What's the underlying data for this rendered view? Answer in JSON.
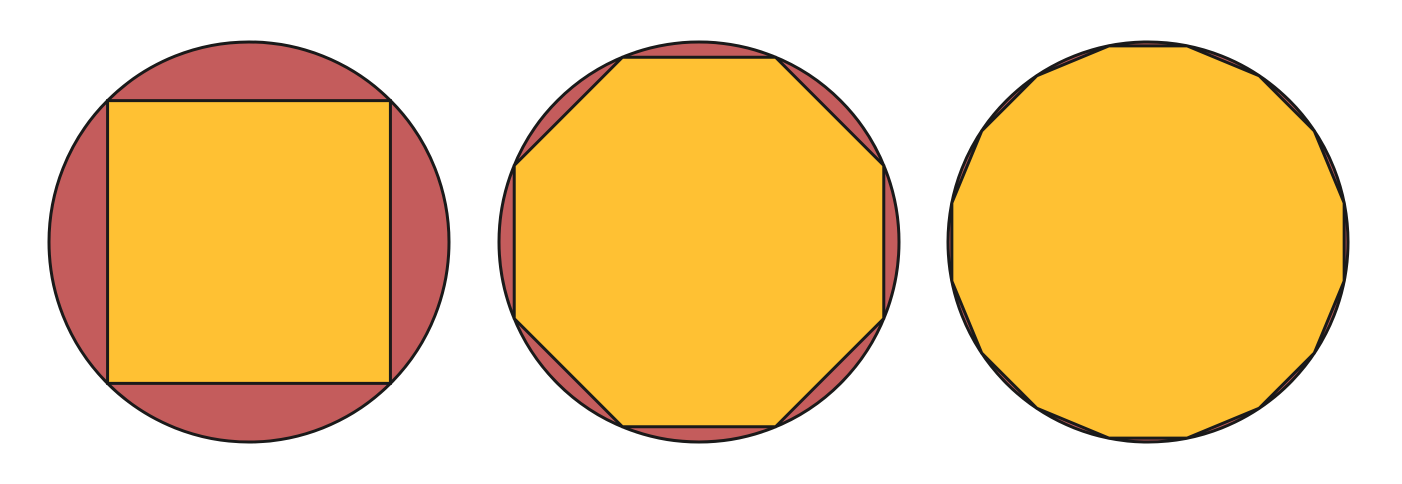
{
  "colors": {
    "circle_fill": "#c45c5c",
    "polygon_fill": "#ffc133",
    "stroke": "#1a1a1a",
    "background": "#ffffff"
  },
  "figures": [
    {
      "shape": "inscribed-polygon",
      "sides": 4
    },
    {
      "shape": "inscribed-polygon",
      "sides": 8
    },
    {
      "shape": "inscribed-polygon",
      "sides": 16
    }
  ]
}
